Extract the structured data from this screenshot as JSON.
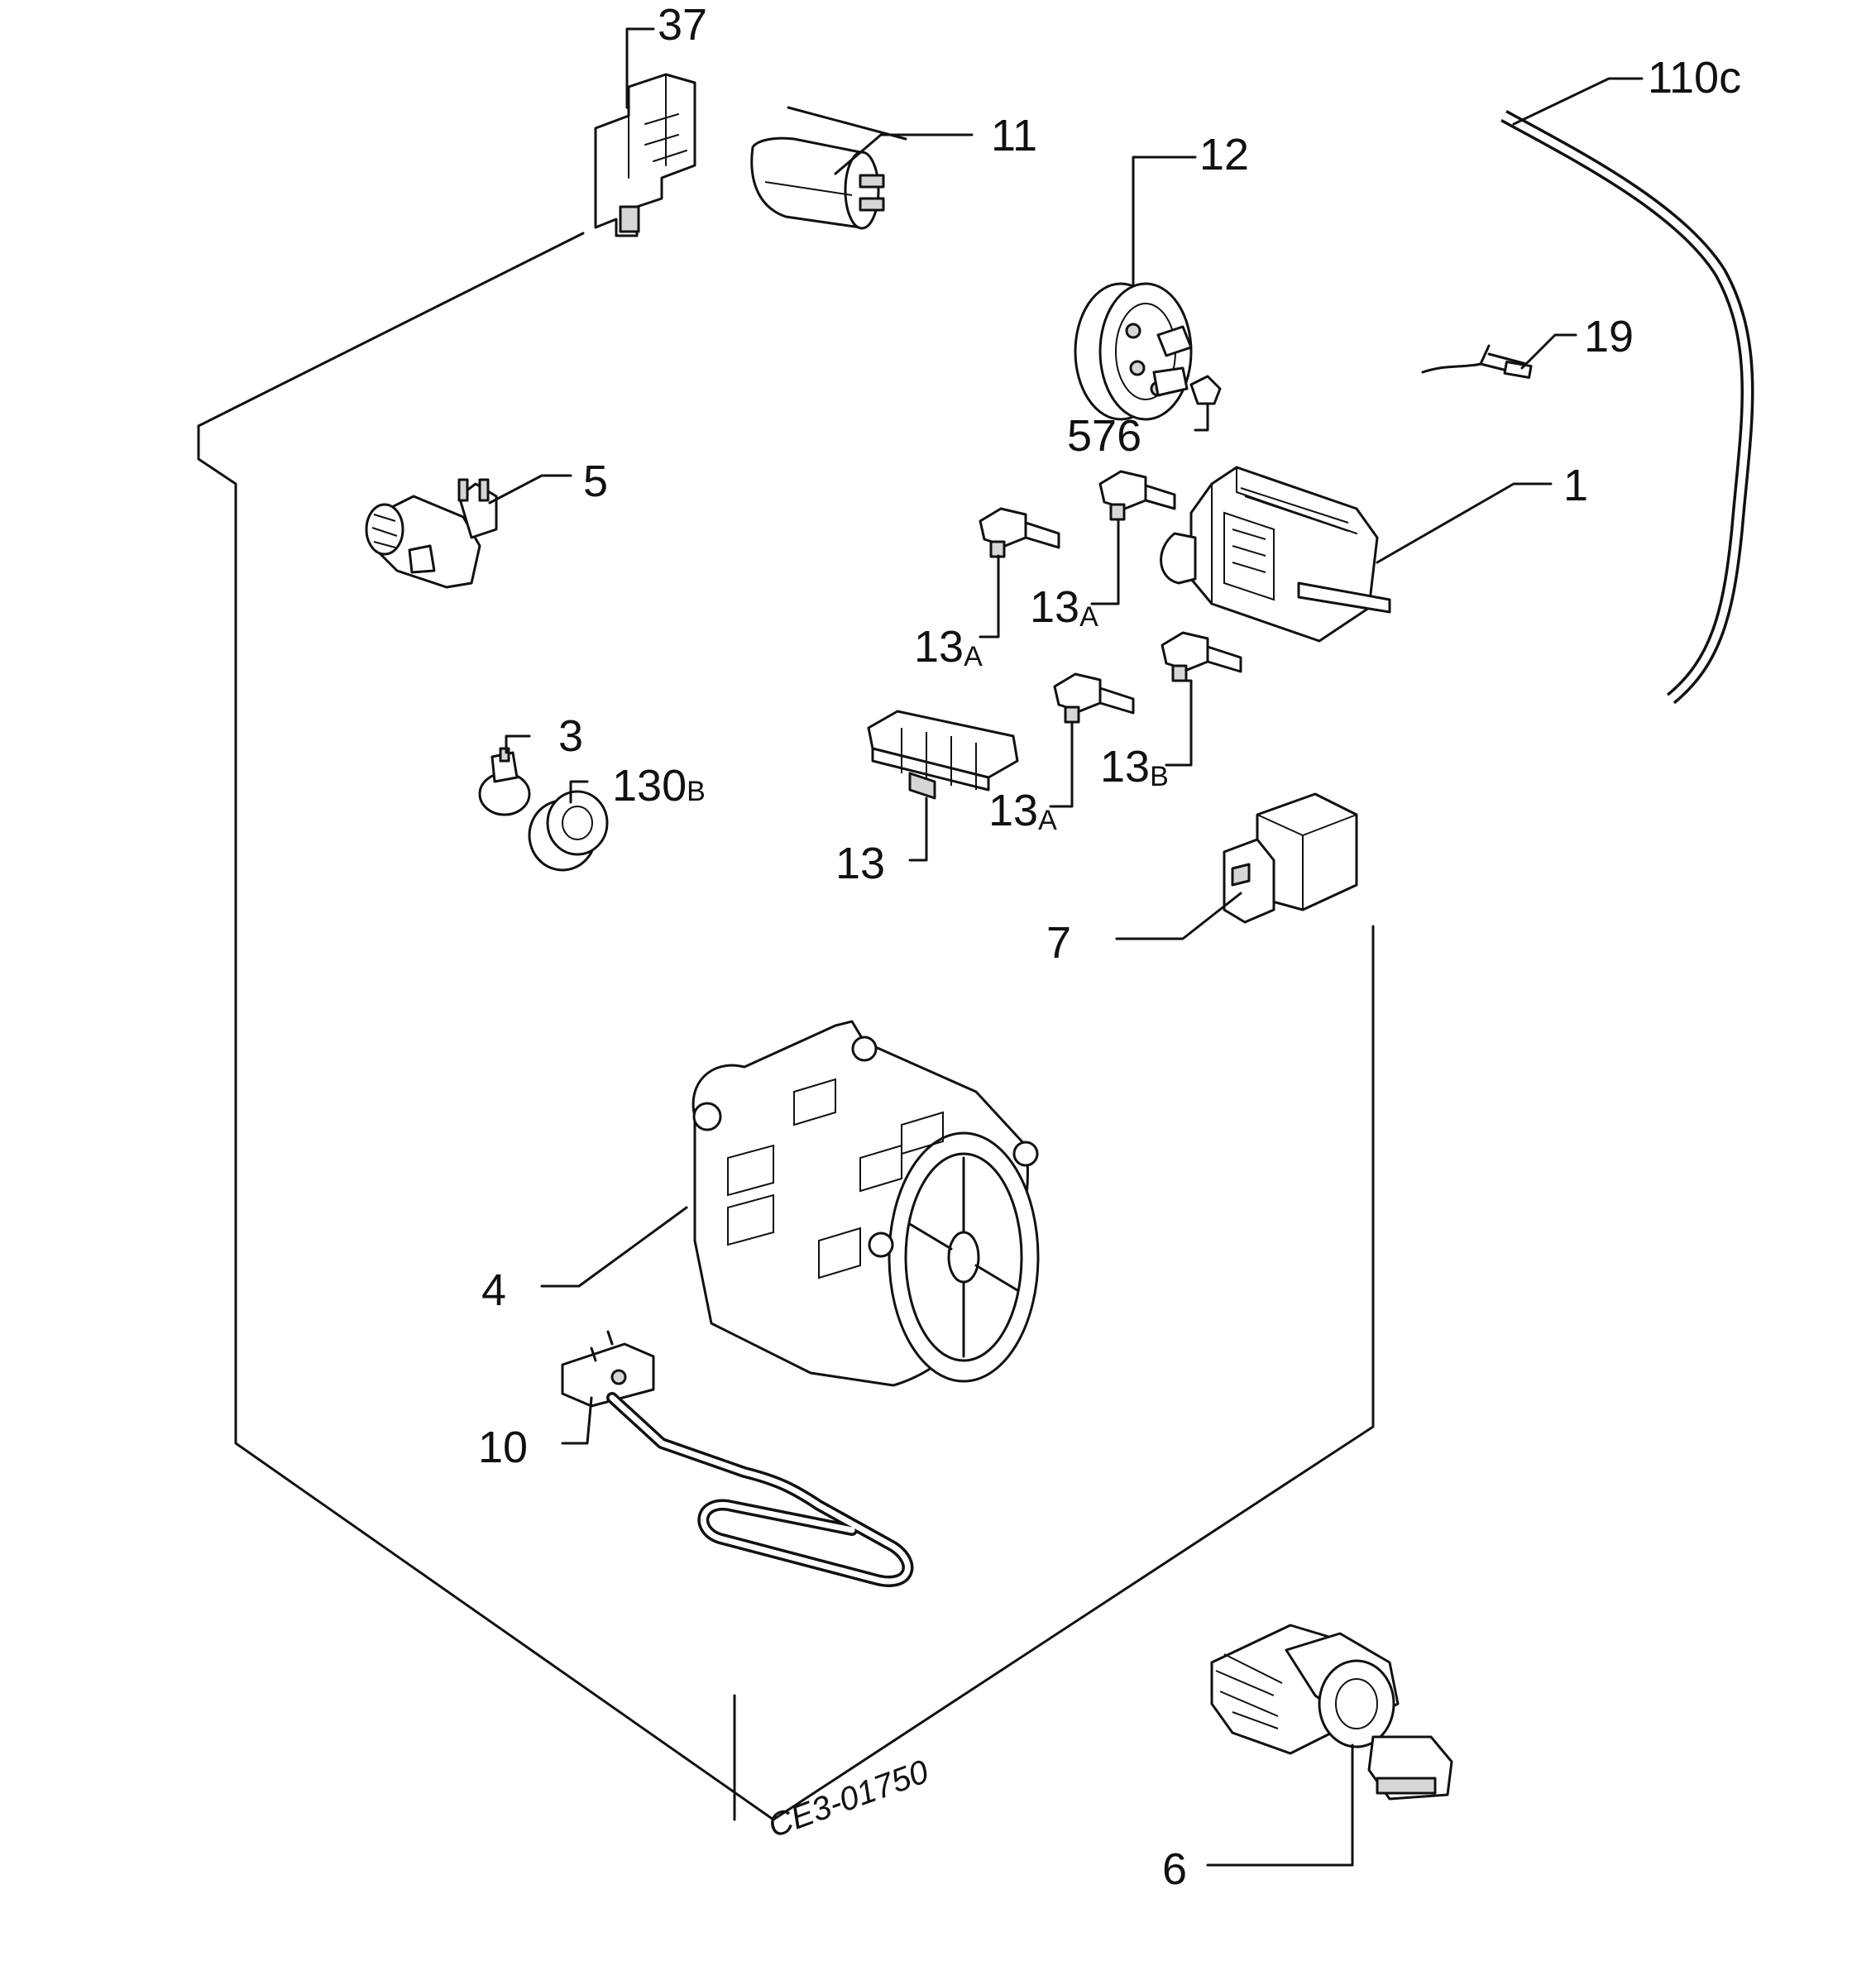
{
  "labels": {
    "l37": "37",
    "l11": "11",
    "l110c": "110c",
    "l12": "12",
    "l19": "19",
    "l576": "576",
    "l5": "5",
    "l1": "1",
    "l13a_1": "13",
    "l13a_1s": "A",
    "l13a_2": "13",
    "l13a_2s": "A",
    "l13a_3": "13",
    "l13a_3s": "A",
    "l13b": "13",
    "l13bs": "B",
    "l3": "3",
    "l130b": "130",
    "l130bs": "B",
    "l13": "13",
    "l7": "7",
    "l4": "4",
    "l10": "10",
    "l6": "6"
  },
  "drawing_code": "CE3-01750"
}
